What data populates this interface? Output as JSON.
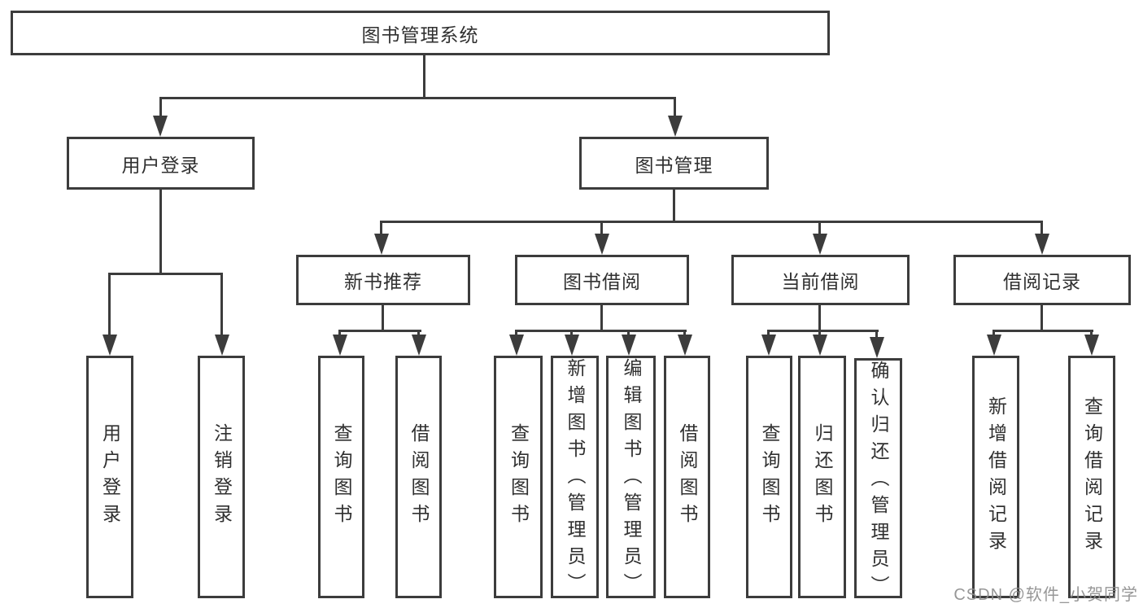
{
  "diagram": {
    "root": {
      "label": "图书管理系统"
    },
    "branches": {
      "user_login": {
        "label": "用户登录",
        "children": [
          "用户登录",
          "注销登录"
        ]
      },
      "book_management": {
        "label": "图书管理",
        "children": {
          "new_book_recommendation": {
            "label": "新书推荐",
            "children": [
              "查询图书",
              "借阅图书"
            ]
          },
          "book_borrowing": {
            "label": "图书借阅",
            "children": [
              "查询图书",
              "新增图书（管理员）",
              "编辑图书（管理员）",
              "借阅图书"
            ]
          },
          "current_borrowing": {
            "label": "当前借阅",
            "children": [
              "查询图书",
              "归还图书",
              "确认归还（管理员）"
            ]
          },
          "borrowing_records": {
            "label": "借阅记录",
            "children": [
              "新增借阅记录",
              "查询借阅记录"
            ]
          }
        }
      }
    }
  },
  "watermark": {
    "text": "CSDN @软件_小贺同学",
    "color": "#8c8c8c"
  },
  "colors": {
    "line": "#3c3c3c",
    "node_border": "#3c3c3c",
    "node_background": "#ffffff"
  }
}
